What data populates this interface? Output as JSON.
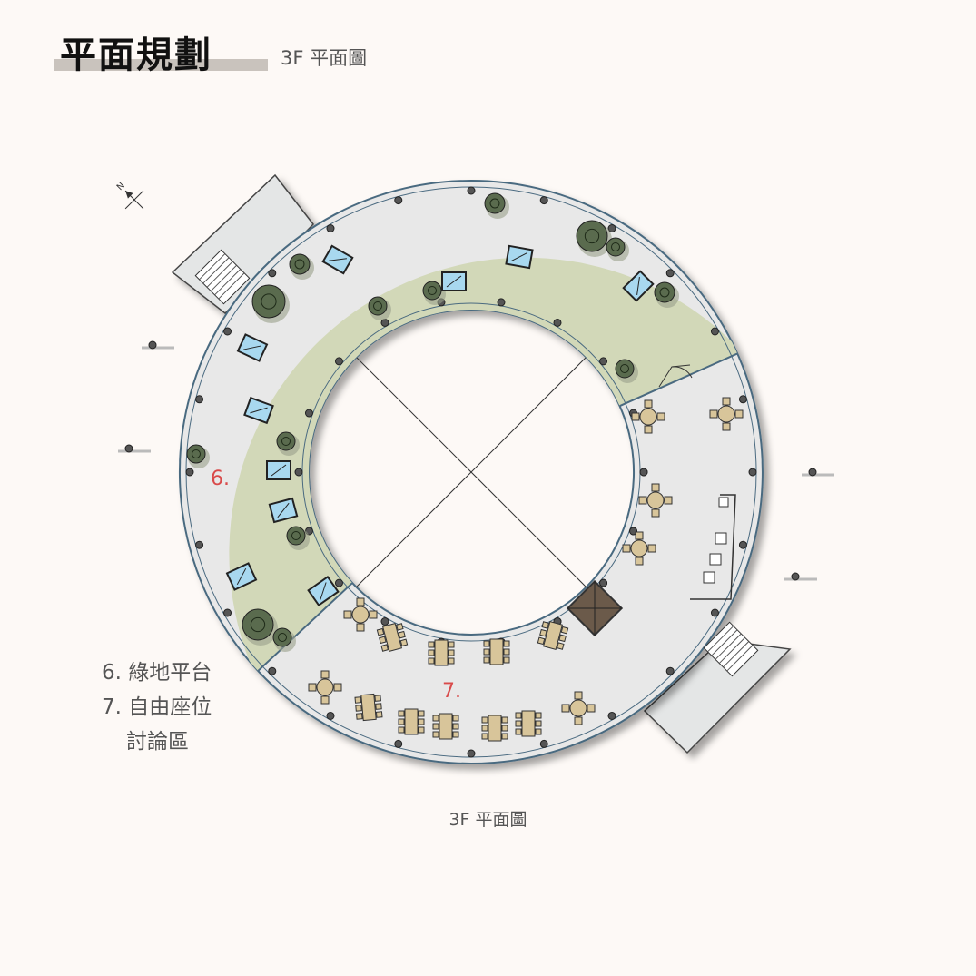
{
  "header": {
    "title": "平面規劃",
    "subtitle": "3F 平面圖"
  },
  "zones": [
    {
      "id": "6",
      "label": "6.",
      "name": "綠地平台",
      "color": "#d2d8b8"
    },
    {
      "id": "7",
      "label": "7.",
      "name": "自由座位",
      "name_line2": "討論區",
      "color": "#e8e8e8"
    }
  ],
  "legend": {
    "line1": "6. 綠地平台",
    "line2": "7. 自由座位",
    "line3": "討論區"
  },
  "caption": "3F 平面圖",
  "colors": {
    "background": "#fdf9f6",
    "green_terrace": "#d2d8b8",
    "seating_floor": "#e8e8e8",
    "zone_label": "#d94a4a",
    "skylight": "#a8d8ef",
    "table": "#d8c59a"
  },
  "icons": [
    "north-arrow-icon",
    "tree-icon",
    "skylight-icon",
    "table-set-icon",
    "stair-icon",
    "elevator-icon"
  ]
}
